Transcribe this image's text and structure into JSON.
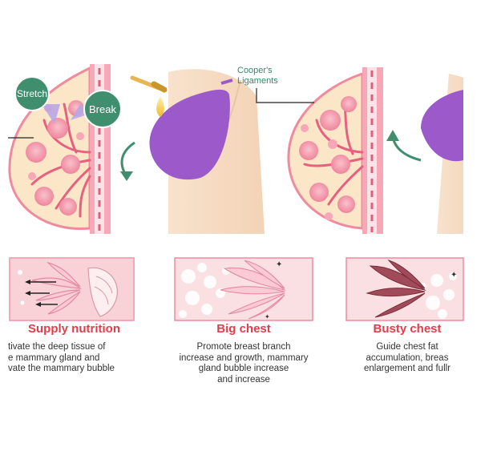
{
  "top_labels": {
    "stretch": "Stretch",
    "break": "Break",
    "coopers_line1": "Cooper's",
    "coopers_line2": "Ligaments"
  },
  "panels": [
    {
      "title": "Supply nutrition",
      "lines": [
        "tivate the deep tissue of",
        "e mammary gland and",
        "vate the mammary bubble"
      ]
    },
    {
      "title": "Big chest",
      "lines": [
        "Promote breast branch",
        "increase and growth, mammary",
        "gland bubble increase",
        "and increase"
      ]
    },
    {
      "title": "Busty chest",
      "lines": [
        "Guide chest fat",
        "accumulation, breas",
        "enlargement and fullr"
      ]
    }
  ],
  "colors": {
    "accent_red": "#e63b4a",
    "badge_green": "#3f8f6f",
    "label_green": "#2f8a6a",
    "bra_purple": "#9b59c9",
    "tissue_pink": "#f4a6b4",
    "skin": "#f6dcc3"
  }
}
